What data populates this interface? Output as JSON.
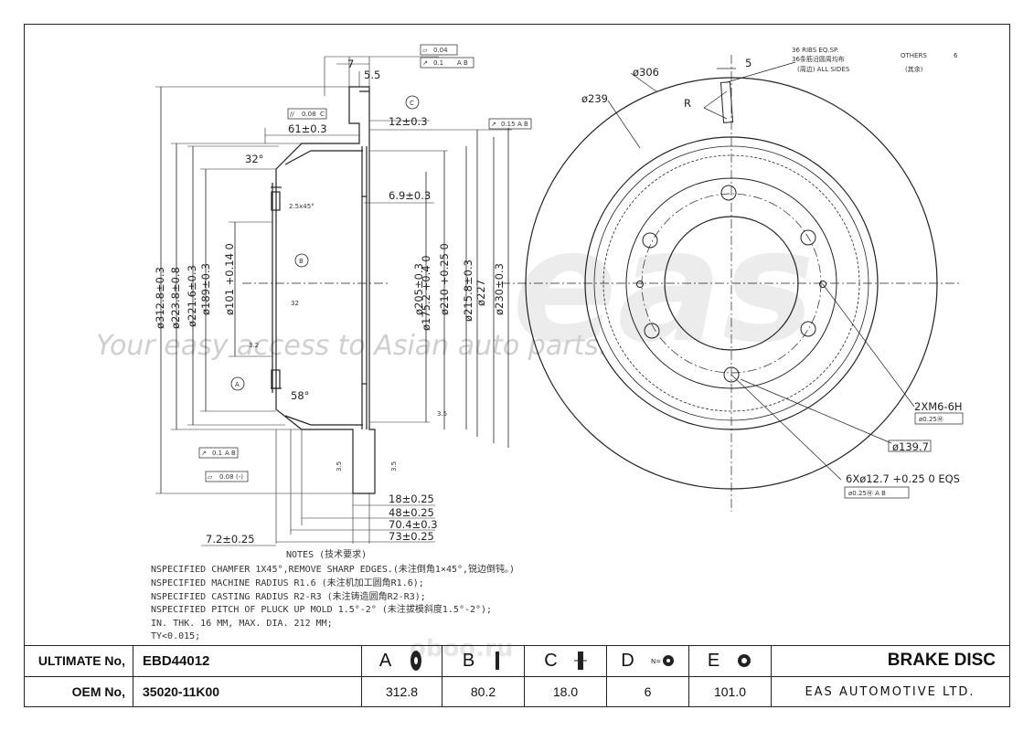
{
  "watermark": {
    "brand": "eas",
    "tagline": "Your easy access to Asian auto parts."
  },
  "side_view": {
    "dims_left": [
      "ø312.8±0.3",
      "ø223.8±0.8",
      "ø221.6±0.3",
      "ø189±0.3",
      "ø101 +0.14 0"
    ],
    "dims_right": [
      "ø175.2 +0.4 0",
      "ø205±0.3",
      "ø210 +0.25 0",
      "ø215.8±0.3",
      "ø227",
      "ø230±0.3"
    ],
    "dims_top": [
      "7",
      "5.5",
      "61±0.3",
      "12±0.3",
      "6.9±0.3"
    ],
    "dims_bottom": [
      "18±0.25",
      "48±0.25",
      "70.4±0.3",
      "73±0.25",
      "7.2±0.25"
    ],
    "angles": [
      "32°",
      "58°"
    ],
    "chamfer": "2.5x45°",
    "datum_a": "A",
    "datum_b": "B",
    "datum_c": "C",
    "surface_marks": [
      "3.2",
      "3.5",
      "3.5",
      "3.5",
      "32"
    ],
    "tolerances": [
      {
        "sym": "▱",
        "value": "0.04",
        "ref": ""
      },
      {
        "sym": "↗",
        "value": "0.1",
        "ref": "A B"
      },
      {
        "sym": "//",
        "value": "0.08",
        "ref": "C"
      },
      {
        "sym": "↗",
        "value": "0.15",
        "ref": "A B"
      },
      {
        "sym": "↗",
        "value": "0.1",
        "ref": "A B"
      },
      {
        "sym": "▱",
        "value": "0.08",
        "ref": "(-)"
      }
    ]
  },
  "front_view": {
    "outer_dia": "ø306",
    "vent_dia": "ø239",
    "groove_w": "5",
    "r_label": "R",
    "ribs_note_en": "36 RIBS EQ.SP.",
    "ribs_note_cn": "36条筋沿圆周均布",
    "ribs_note_sides": "(周边) ALL SIDES",
    "others_en": "OTHERS",
    "others_cn": "(其余)",
    "others_mark": "6",
    "thread": "2XM6-6H",
    "thread_tol": "ø0.25Ⓜ",
    "pcd": "ø139.7",
    "holes": "6Xø12.7 +0.25 0 EQS",
    "holes_tol": "ø0.25Ⓜ A B"
  },
  "notes": {
    "title": "NOTES (技术要求)",
    "lines": [
      "NSPECIFIED CHAMFER 1X45°,REMOVE SHARP EDGES.(未注倒角1×45°,锐边倒钝。)",
      "NSPECIFIED MACHINE RADIUS R1.6 (未注机加工圆角R1.6);",
      "NSPECIFIED CASTING RADIUS R2-R3 (未注铸造圆角R2-R3);",
      "NSPECIFIED PITCH OF PLUCK UP MOLD 1.5°-2° (未注拔模斜度1.5°-2°);",
      "IN. THK. 16 MM, MAX. DIA. 212 MM;",
      "TY<0.015;"
    ]
  },
  "title_block": {
    "ultimate_label": "ULTIMATE No,",
    "ultimate_value": "EBD44012",
    "oem_label": "OEM No,",
    "oem_value": "35020-11K00",
    "columns": [
      {
        "letter": "A",
        "value": "312.8",
        "icon": "disc-diameter-icon"
      },
      {
        "letter": "B",
        "value": "80.2",
        "icon": "disc-height-icon"
      },
      {
        "letter": "C",
        "value": "18.0",
        "icon": "disc-thickness-icon"
      },
      {
        "letter": "D",
        "value": "6",
        "icon": "hole-count-icon"
      },
      {
        "letter": "E",
        "value": "101.0",
        "icon": "center-bore-icon"
      }
    ],
    "title": "BRAKE DISC",
    "company": "EAS AUTOMOTIVE LTD."
  },
  "footer_watermark": "oboo.ru"
}
